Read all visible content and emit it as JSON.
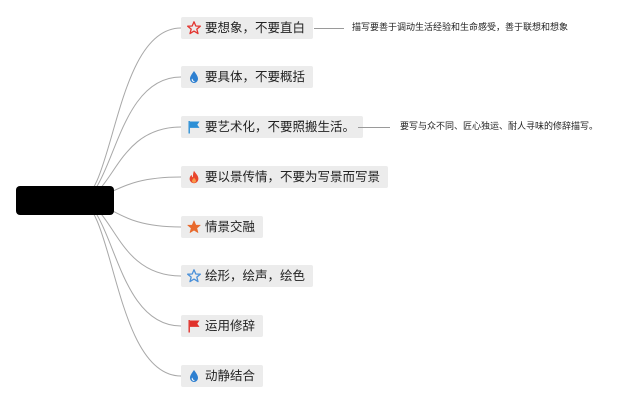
{
  "root": {
    "label": ""
  },
  "branches": [
    {
      "id": "b1",
      "icon": "star-outline-red-icon",
      "label": "要想象，不要直白"
    },
    {
      "id": "b2",
      "icon": "water-drop-icon",
      "label": "要具体，不要概括"
    },
    {
      "id": "b3",
      "icon": "flag-blue-icon",
      "label": "要艺术化，不要照搬生活。"
    },
    {
      "id": "b4",
      "icon": "fire-icon",
      "label": "要以景传情，不要为写景而写景"
    },
    {
      "id": "b5",
      "icon": "star-filled-orange-icon",
      "label": "情景交融"
    },
    {
      "id": "b6",
      "icon": "star-outline-blue-icon",
      "label": "绘形，绘声，绘色"
    },
    {
      "id": "b7",
      "icon": "flag-red-icon",
      "label": "运用修辞"
    },
    {
      "id": "b8",
      "icon": "water-drop-icon",
      "label": "动静结合"
    }
  ],
  "notes": {
    "b1": "描写要善于调动生活经验和生命感受，善于联想和想象",
    "b3": "要写与众不同、匠心独运、耐人寻味的修辞描写。"
  },
  "colors": {
    "node_bg": "#ececec",
    "link": "#a8a8a8",
    "star_red": "#e3342f",
    "drop_blue": "#2d7fd0",
    "flag_blue": "#2b8fd6",
    "fire_red": "#e8452c",
    "star_orange": "#e8692c",
    "star_blue": "#4a90d9",
    "flag_red": "#e0302a"
  }
}
